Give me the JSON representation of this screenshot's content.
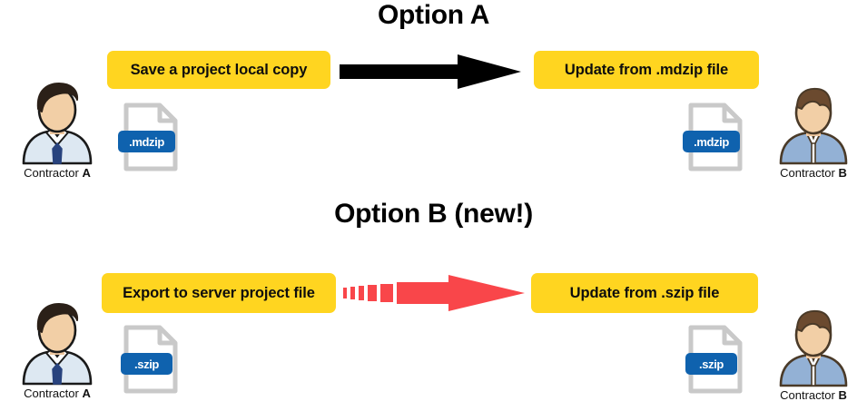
{
  "diagram": {
    "background_color": "#ffffff",
    "accent_yellow": "#FFD520",
    "accent_red": "#F9464A",
    "accent_black": "#000000",
    "badge_blue": "#0F62AE",
    "file_outline_gray": "#C9C9C9"
  },
  "sections": [
    {
      "id": "option-a",
      "title": "Option A",
      "left_actor": {
        "label_prefix": "Contractor ",
        "label_suffix": "A",
        "name": "contractor-a",
        "hair_color": "#2B2018",
        "clothing_color": "#DDE8F2",
        "tie_color": "#28437E"
      },
      "right_actor": {
        "label_prefix": "Contractor ",
        "label_suffix": "B",
        "name": "contractor-b",
        "hair_color": "#6B4A2F",
        "clothing_color": "#93B1D5",
        "tie_color": "#FFFFFF"
      },
      "left_action": "Save a project local copy",
      "right_action": "Update from .mdzip file",
      "left_file": {
        "extension": ".mdzip",
        "badge_color": "#0F62AE"
      },
      "right_file": {
        "extension": ".mdzip",
        "badge_color": "#0F62AE"
      },
      "arrow": {
        "style": "solid",
        "color": "#000000",
        "direction": "right"
      }
    },
    {
      "id": "option-b",
      "title": "Option B (new!)",
      "left_actor": {
        "label_prefix": "Contractor ",
        "label_suffix": "A",
        "name": "contractor-a",
        "hair_color": "#2B2018",
        "clothing_color": "#DDE8F2",
        "tie_color": "#28437E"
      },
      "right_actor": {
        "label_prefix": "Contractor ",
        "label_suffix": "B",
        "name": "contractor-b",
        "hair_color": "#6B4A2F",
        "clothing_color": "#93B1D5",
        "tie_color": "#FFFFFF"
      },
      "left_action": "Export to server project file",
      "right_action": "Update from .szip file",
      "left_file": {
        "extension": ".szip",
        "badge_color": "#0F62AE"
      },
      "right_file": {
        "extension": ".szip",
        "badge_color": "#0F62AE"
      },
      "arrow": {
        "style": "dashed-tapered",
        "color": "#F9464A",
        "direction": "right"
      }
    }
  ]
}
